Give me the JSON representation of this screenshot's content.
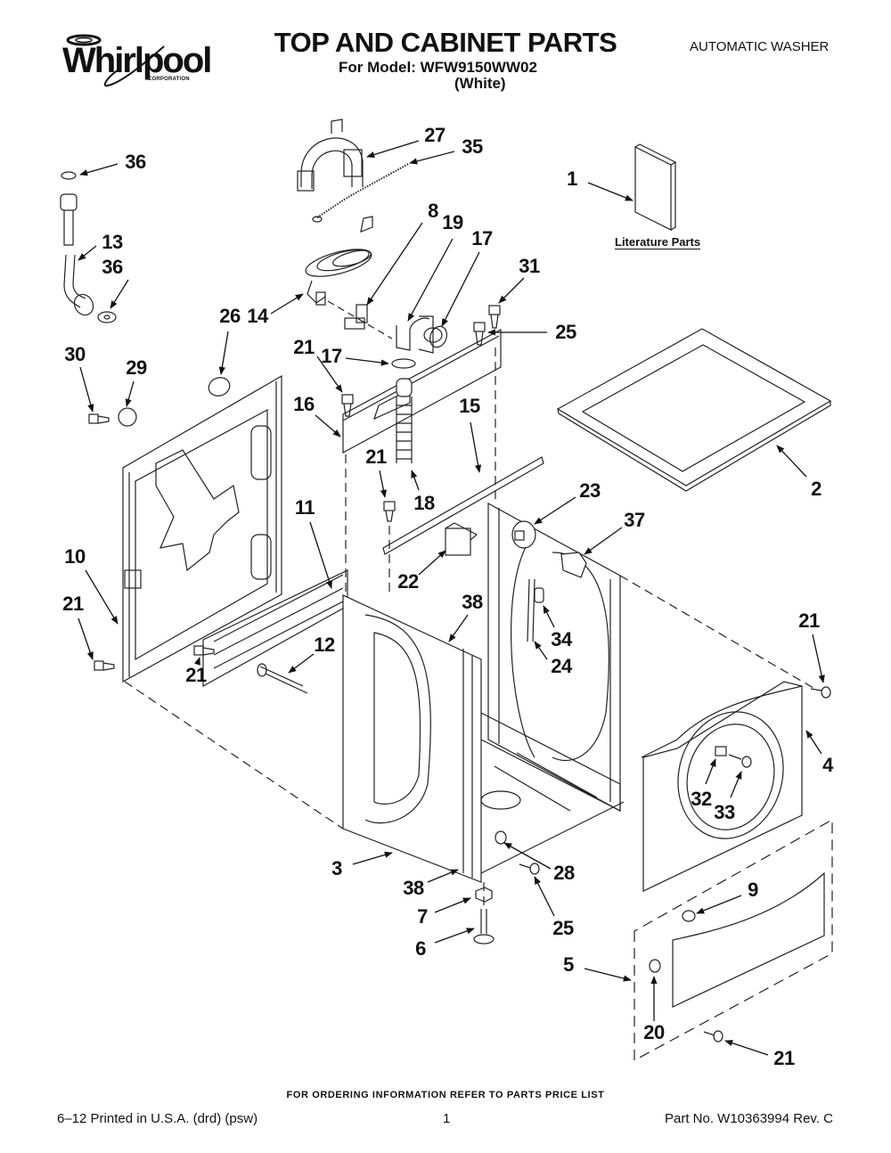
{
  "header": {
    "brand": "Whirlpool",
    "brand_sub": "CORPORATION",
    "title": "TOP AND CABINET PARTS",
    "model_line": "For Model: WFW9150WW02",
    "color_line": "(White)",
    "product_type": "AUTOMATIC WASHER"
  },
  "literature": {
    "label": "Literature Parts"
  },
  "callouts": [
    {
      "id": "36",
      "part": "washer-top"
    },
    {
      "id": "27",
      "part": "hose-guide"
    },
    {
      "id": "35",
      "part": "bead-chain"
    },
    {
      "id": "1",
      "part": "literature"
    },
    {
      "id": "13",
      "part": "inlet-hose"
    },
    {
      "id": "36",
      "part": "washer-bottom"
    },
    {
      "id": "8",
      "part": "strain-relief"
    },
    {
      "id": "19",
      "part": "elbow"
    },
    {
      "id": "17",
      "part": "clamp-upper"
    },
    {
      "id": "31",
      "part": "screw-31"
    },
    {
      "id": "26",
      "part": "grommet"
    },
    {
      "id": "14",
      "part": "power-cord"
    },
    {
      "id": "25",
      "part": "screw-25-top"
    },
    {
      "id": "30",
      "part": "screw-30"
    },
    {
      "id": "29",
      "part": "vent-cap"
    },
    {
      "id": "21",
      "part": "screw-21-top"
    },
    {
      "id": "17",
      "part": "clamp-lower"
    },
    {
      "id": "16",
      "part": "rear-brace"
    },
    {
      "id": "15",
      "part": "top-rail"
    },
    {
      "id": "21",
      "part": "screw-21-mid"
    },
    {
      "id": "18",
      "part": "drain-hose"
    },
    {
      "id": "2",
      "part": "top-panel"
    },
    {
      "id": "23",
      "part": "pressure-switch"
    },
    {
      "id": "11",
      "part": "side-rail"
    },
    {
      "id": "37",
      "part": "hose-bracket"
    },
    {
      "id": "10",
      "part": "rear-panel"
    },
    {
      "id": "22",
      "part": "capacitor"
    },
    {
      "id": "38",
      "part": "side-strip-upper"
    },
    {
      "id": "21",
      "part": "screw-21-left"
    },
    {
      "id": "12",
      "part": "hinge-pin"
    },
    {
      "id": "34",
      "part": "plug"
    },
    {
      "id": "24",
      "part": "tube"
    },
    {
      "id": "21",
      "part": "screw-21-right"
    },
    {
      "id": "21",
      "part": "screw-21-bl"
    },
    {
      "id": "4",
      "part": "front-panel"
    },
    {
      "id": "32",
      "part": "latch"
    },
    {
      "id": "33",
      "part": "screw-33"
    },
    {
      "id": "3",
      "part": "side-panel"
    },
    {
      "id": "28",
      "part": "grommet-28"
    },
    {
      "id": "38",
      "part": "side-strip-lower"
    },
    {
      "id": "9",
      "part": "push-nut"
    },
    {
      "id": "7",
      "part": "lock-nut"
    },
    {
      "id": "25",
      "part": "screw-25-bottom"
    },
    {
      "id": "6",
      "part": "leveling-leg"
    },
    {
      "id": "5",
      "part": "toe-panel-kit"
    },
    {
      "id": "20",
      "part": "bumper"
    },
    {
      "id": "21",
      "part": "screw-21-toe"
    },
    {
      "id": "21",
      "part": "screw-21-toe2"
    }
  ],
  "footer": {
    "note": "FOR ORDERING INFORMATION REFER TO PARTS PRICE LIST",
    "print_info": "6–12 Printed in U.S.A. (drd) (psw)",
    "page_number": "1",
    "part_number": "Part No. W10363994 Rev. C"
  }
}
